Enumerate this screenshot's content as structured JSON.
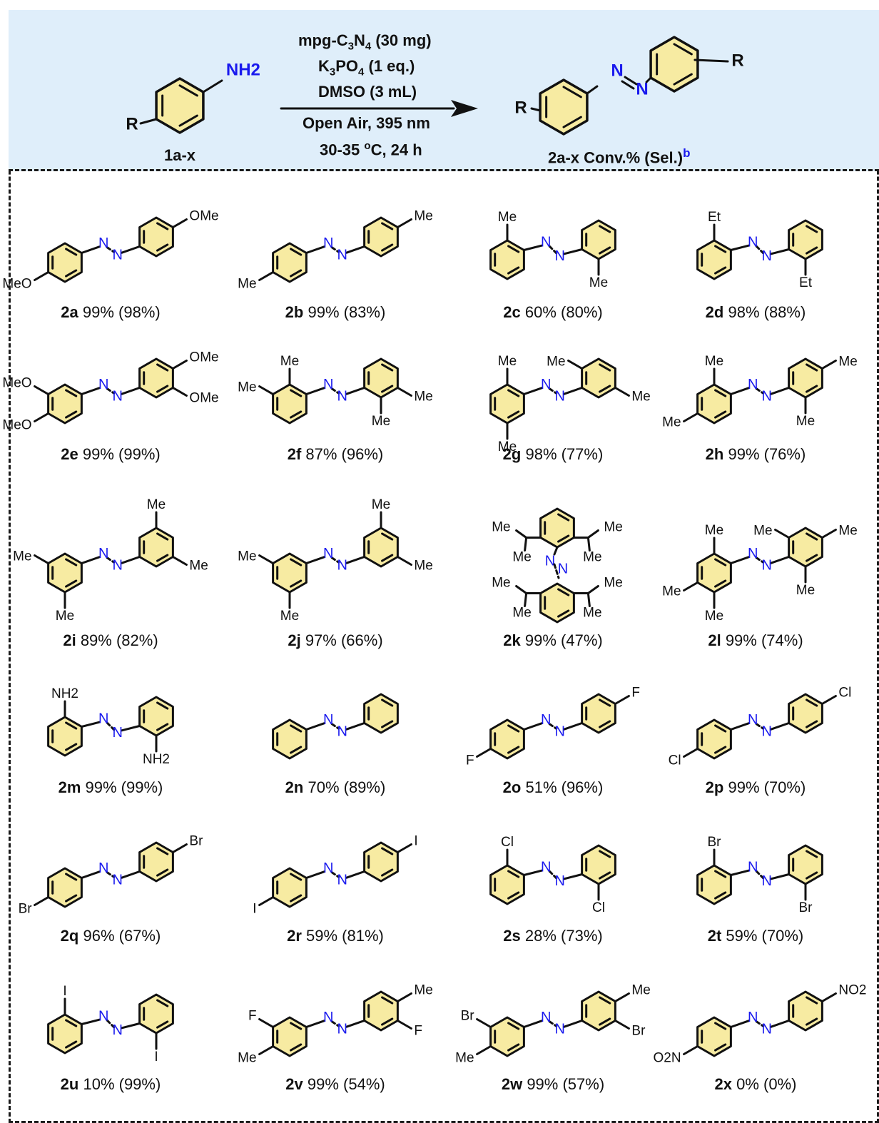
{
  "header": {
    "reactant_label": "1a-x",
    "reactant_R": "R",
    "reactant_group": "NH2",
    "conditions": [
      "mpg-C3N4 (30 mg)",
      "K3PO4 (1 eq.)",
      "DMSO (3 mL)",
      "Open Air, 395 nm",
      "30-35 oC, 24 h"
    ],
    "product_label": "2a-x Conv.% (Sel.)",
    "product_label_footnote": "b",
    "product_R_left": "R",
    "product_R_right": "R",
    "azo_N": "N"
  },
  "colors": {
    "ring_fill": "#f7eba2",
    "azo_blue": "#1a1aee",
    "header_bg": "#dfeefa",
    "footnote": "#1a1aee"
  },
  "compounds": [
    {
      "id": "2a",
      "conv": "99%",
      "sel": "(98%)"
    },
    {
      "id": "2b",
      "conv": "99%",
      "sel": "(83%)"
    },
    {
      "id": "2c",
      "conv": "60%",
      "sel": "(80%)"
    },
    {
      "id": "2d",
      "conv": "98%",
      "sel": "(88%)"
    },
    {
      "id": "2e",
      "conv": "99%",
      "sel": "(99%)"
    },
    {
      "id": "2f",
      "conv": "87%",
      "sel": "(96%)"
    },
    {
      "id": "2g",
      "conv": "98%",
      "sel": "(77%)"
    },
    {
      "id": "2h",
      "conv": "99%",
      "sel": "(76%)"
    },
    {
      "id": "2i",
      "conv": "89%",
      "sel": "(82%)"
    },
    {
      "id": "2j",
      "conv": "97%",
      "sel": "(66%)"
    },
    {
      "id": "2k",
      "conv": "99%",
      "sel": "(47%)"
    },
    {
      "id": "2l",
      "conv": "99%",
      "sel": "(74%)"
    },
    {
      "id": "2m",
      "conv": "99%",
      "sel": "(99%)"
    },
    {
      "id": "2n",
      "conv": "70%",
      "sel": "(89%)"
    },
    {
      "id": "2o",
      "conv": "51%",
      "sel": "(96%)"
    },
    {
      "id": "2p",
      "conv": "99%",
      "sel": "(70%)"
    },
    {
      "id": "2q",
      "conv": "96%",
      "sel": "(67%)"
    },
    {
      "id": "2r",
      "conv": "59%",
      "sel": "(81%)"
    },
    {
      "id": "2s",
      "conv": "28%",
      "sel": "(73%)"
    },
    {
      "id": "2t",
      "conv": "59%",
      "sel": "(70%)"
    },
    {
      "id": "2u",
      "conv": "10%",
      "sel": "(99%)"
    },
    {
      "id": "2v",
      "conv": "99%",
      "sel": "(54%)"
    },
    {
      "id": "2w",
      "conv": "99%",
      "sel": "(57%)"
    },
    {
      "id": "2x",
      "conv": "0%",
      "sel": "(0%)"
    }
  ],
  "substituents": {
    "2a": [
      "OMe",
      "MeO"
    ],
    "2b": [
      "Me",
      "Me"
    ],
    "2c": [
      "Me",
      "Me"
    ],
    "2d": [
      "Et",
      "Et"
    ],
    "2e": [
      "OMe",
      "OMe",
      "MeO",
      "MeO"
    ],
    "2f": [
      "Me",
      "Me",
      "Me",
      "Me"
    ],
    "2g": [
      "Me",
      "Me",
      "Me",
      "Me"
    ],
    "2h": [
      "Me",
      "Me",
      "Me",
      "Me"
    ],
    "2i": [
      "Me",
      "Me",
      "Me",
      "Me"
    ],
    "2j": [
      "Me",
      "Me",
      "Me",
      "Me"
    ],
    "2k": [
      "Me",
      "Me",
      "Me",
      "Me",
      "Me",
      "Me",
      "Me",
      "Me"
    ],
    "2l": [
      "Me",
      "Me",
      "Me",
      "Me",
      "Me",
      "Me"
    ],
    "2m": [
      "NH2",
      "NH2"
    ],
    "2n": [],
    "2o": [
      "F",
      "F"
    ],
    "2p": [
      "Cl",
      "Cl"
    ],
    "2q": [
      "Br",
      "Br"
    ],
    "2r": [
      "I",
      "I"
    ],
    "2s": [
      "Cl",
      "Cl"
    ],
    "2t": [
      "Br",
      "Br"
    ],
    "2u": [
      "I",
      "I"
    ],
    "2v": [
      "Me",
      "F",
      "F",
      "Me"
    ],
    "2w": [
      "Me",
      "Br",
      "Br",
      "Me"
    ],
    "2x": [
      "NO2",
      "O2N"
    ]
  }
}
